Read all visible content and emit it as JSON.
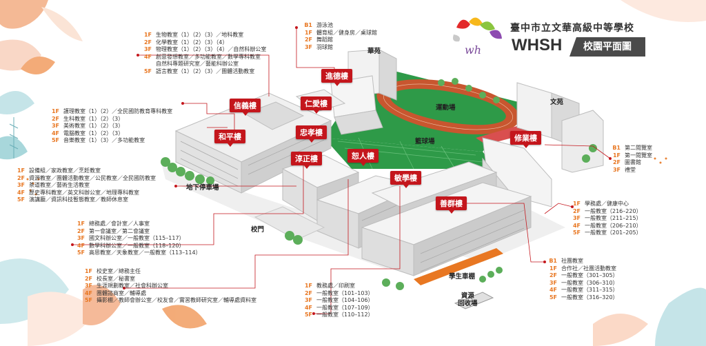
{
  "header": {
    "school_name": "臺中市立文華高級中等學校",
    "abbr": "WHSH",
    "map_title": "校園平面圖",
    "logo_text": "wh"
  },
  "colors": {
    "accent_red": "#c4161c",
    "floor_orange": "#e87722",
    "track": "#c8562f",
    "field": "#2e9a48",
    "building": "#eeeeee"
  },
  "buildings": [
    {
      "name": "進德樓"
    },
    {
      "name": "信義樓"
    },
    {
      "name": "仁愛樓"
    },
    {
      "name": "和平樓"
    },
    {
      "name": "忠孝樓"
    },
    {
      "name": "淳正樓"
    },
    {
      "name": "恕人樓"
    },
    {
      "name": "修業樓"
    },
    {
      "name": "敏學樓"
    },
    {
      "name": "善群樓"
    }
  ],
  "ground_labels": {
    "track": "運動場",
    "court": "籃球場",
    "huayuan": "華苑",
    "wenyuan": "文苑",
    "parking": "地下停車場",
    "gate": "校門",
    "bike_shed": "學生車棚",
    "recycling": "資源\n回收場"
  },
  "floor_lists": {
    "jinde": [
      {
        "floor": "B1",
        "room": "游泳池"
      },
      {
        "floor": "1F",
        "room": "體育組／健身房／桌球館"
      },
      {
        "floor": "2F",
        "room": "舞蹈館"
      },
      {
        "floor": "3F",
        "room": "羽球館"
      }
    ],
    "xinyi": [
      {
        "floor": "1F",
        "room": "生物教室（1）（2）（3）／地科教室"
      },
      {
        "floor": "2F",
        "room": "化學教室（1）（2）（3）（4）"
      },
      {
        "floor": "3F",
        "room": "物理教室（1）（2）（3）（4）／自然科辦公室"
      },
      {
        "floor": "4F",
        "room": "創意發想教室／多功能教室／數學專科教室"
      },
      {
        "floor": "",
        "room": "自然科專題研究室／藝能科辦公室"
      },
      {
        "floor": "5F",
        "room": "語言教室（1）（2）（3）／團體活動教室"
      }
    ],
    "heping": [
      {
        "floor": "1F",
        "room": "護理教室（1）（2）／全民國防教育專科教室"
      },
      {
        "floor": "2F",
        "room": "生科教室（1）（2）（3）"
      },
      {
        "floor": "3F",
        "room": "美術教室（1）（2）（3）"
      },
      {
        "floor": "4F",
        "room": "電腦教室（1）（2）（3）"
      },
      {
        "floor": "5F",
        "room": "音樂教室（1）（3）／多功能教室"
      }
    ],
    "zhongxiao": [
      {
        "floor": "1F",
        "room": "設備組／家政教室／烹飪教室"
      },
      {
        "floor": "2F",
        "room": "資源教室／團體活動教室／公民教室／全民國防教室"
      },
      {
        "floor": "3F",
        "room": "茶道教室／藝術生活教室"
      },
      {
        "floor": "4F",
        "room": "歷史專科教室／英文科辦公室／地理專科教室"
      },
      {
        "floor": "5F",
        "room": "演講廳／資訊科技暫態教室／教師休息室"
      }
    ],
    "chunzheng": [
      {
        "floor": "1F",
        "room": "總務處／會計室／人事室"
      },
      {
        "floor": "2F",
        "room": "第一會議室／第二會議室"
      },
      {
        "floor": "3F",
        "room": "國文科辦公室／一般教室（115–117）"
      },
      {
        "floor": "4F",
        "room": "數學科辦公室／一般教室（118–120）"
      },
      {
        "floor": "5F",
        "room": "高思教室／天象教室／一般教室（113–114）"
      }
    ],
    "shuren": [
      {
        "floor": "1F",
        "room": "校史室／總務主任"
      },
      {
        "floor": "2F",
        "room": "校長室／秘書室"
      },
      {
        "floor": "3F",
        "room": "生涯規劃教室／社會科辦公室"
      },
      {
        "floor": "4F",
        "room": "團體諮商室／輔導處"
      },
      {
        "floor": "5F",
        "room": "攝影棚／教師會辦公室／校友會／實習教師研究室／輔導處資料室"
      }
    ],
    "minxue": [
      {
        "floor": "1F",
        "room": "教務處／印刷室"
      },
      {
        "floor": "2F",
        "room": "一般教室（101–103）"
      },
      {
        "floor": "3F",
        "room": "一般教室（104–106）"
      },
      {
        "floor": "4F",
        "room": "一般教室（107–109）"
      },
      {
        "floor": "5F",
        "room": "一般教室（110–112）"
      }
    ],
    "xiuye": [
      {
        "floor": "B1",
        "room": "第二閱覽室"
      },
      {
        "floor": "1F",
        "room": "第一閱覽室"
      },
      {
        "floor": "2F",
        "room": "圖書館"
      },
      {
        "floor": "3F",
        "room": "禮堂"
      }
    ],
    "minxue_east": [
      {
        "floor": "1F",
        "room": "學務處／健康中心"
      },
      {
        "floor": "2F",
        "room": "一般教室（216–220）"
      },
      {
        "floor": "3F",
        "room": "一般教室（211–215）"
      },
      {
        "floor": "4F",
        "room": "一般教室（206–210）"
      },
      {
        "floor": "5F",
        "room": "一般教室（201–205）"
      }
    ],
    "shanqun": [
      {
        "floor": "B1",
        "room": "社團教室"
      },
      {
        "floor": "1F",
        "room": "合作社／社團活動教室"
      },
      {
        "floor": "2F",
        "room": "一般教室（301–305）"
      },
      {
        "floor": "3F",
        "room": "一般教室（306–310）"
      },
      {
        "floor": "4F",
        "room": "一般教室（311–315）"
      },
      {
        "floor": "5F",
        "room": "一般教室（316–320）"
      }
    ]
  }
}
